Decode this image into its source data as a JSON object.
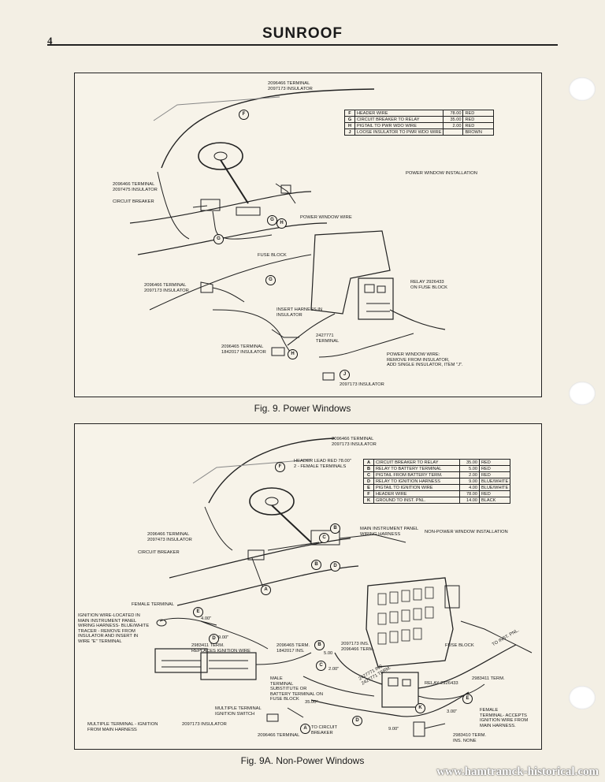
{
  "page": {
    "number": "4",
    "title": "SUNROOF"
  },
  "fig9": {
    "caption": "Fig. 9.  Power Windows",
    "title": "POWER WINDOW INSTALLATION",
    "table": [
      {
        "key": "F",
        "desc": "HEADER WIRE",
        "len": "78.00",
        "color": "RED"
      },
      {
        "key": "G",
        "desc": "CIRCUIT BREAKER TO RELAY",
        "len": "35.00",
        "color": "RED"
      },
      {
        "key": "H",
        "desc": "PIGTAIL TO PWR WDO WIRE",
        "len": "2.00",
        "color": "RED"
      },
      {
        "key": "J",
        "desc": "LOOSE INSULATOR TO PWR WDO WIRE",
        "len": "",
        "color": "BROWN"
      }
    ],
    "labels": {
      "top_terminal": "2096466 TERMINAL\n2097173 INSULATOR",
      "left_terminal": "2096466 TERMINAL\n2097475 INSULATOR",
      "circuit_breaker": "CIRCUIT BREAKER",
      "power_window_wire": "POWER WINDOW WIRE",
      "fuse_block": "FUSE BLOCK",
      "relay": "RELAY 2926433\nON FUSE BLOCK",
      "low_left_terminal": "2096466 TERMINAL\n2097173 INSULATOR",
      "insert_harness": "INSERT HARNESS IN\nINSULATOR",
      "terminal_2427771": "2427771\nTERMINAL",
      "terminal_2096465": "2096465 TERMINAL\n1842017 INSULATOR",
      "pw_wire_note": "POWER WINDOW WIRE:\nREMOVE FROM INSULATOR,\nADD SINGLE INSULATOR, ITEM \"J\".",
      "insulator_bottom": "2097173 INSULATOR"
    }
  },
  "fig9a": {
    "caption": "Fig. 9A.  Non-Power Windows",
    "title": "NON-POWER WINDOW INSTALLATION",
    "table": [
      {
        "key": "A",
        "desc": "CIRCUIT BREAKER TO RELAY",
        "len": "35.00",
        "color": "RED"
      },
      {
        "key": "B",
        "desc": "RELAY TO BATTERY TERMINAL",
        "len": "5.00",
        "color": "RED"
      },
      {
        "key": "C",
        "desc": "PIGTAIL FROM BATTERY TERM.",
        "len": "2.00",
        "color": "RED"
      },
      {
        "key": "D",
        "desc": "RELAY TO IGNITION HARNESS",
        "len": "9.00",
        "color": "BLUE/WHITE"
      },
      {
        "key": "E",
        "desc": "PIGTAIL TO IGNITION WIRE",
        "len": "4.00",
        "color": "BLUE/WHITE"
      },
      {
        "key": "F",
        "desc": "HEADER WIRE",
        "len": "78.00",
        "color": "RED"
      },
      {
        "key": "K",
        "desc": "GROUND TO INST. PNL.",
        "len": "14.00",
        "color": "BLACK"
      }
    ],
    "labels": {
      "top_terminal": "2096466 TERMINAL\n2097173 INSULATOR",
      "header_lead": "HEADER LEAD RED 78.00\"\n2 - FEMALE TERMINALS",
      "main_harness": "MAIN INSTRUMENT PANEL\nWIRING HARNESS",
      "left_terminal": "2096466 TERMINAL\n2097473 INSULATOR",
      "circuit_breaker": "CIRCUIT BREAKER",
      "female_terminal": "FEMALE TERMINAL",
      "ignition_wire": "IGNITION WIRE-LOCATED IN\nMAIN INSTRUMENT PANEL\nWIRING HARNESS- BLUE/WHITE\nTRACER - REMOVE FROM\nINSULATOR AND INSERT IN\nWIRE \"E\" TERMINAL",
      "e_len": "4.00\"",
      "d_len": "9.00\"",
      "term_2983411": "2983411 TERM.\nREPLACES IGNITION WIRE",
      "term_2096465": "2096465 TERM.\n1842017 INS.",
      "b_len": "5.00",
      "c_len": "2.00\"",
      "ins_2097173": "2097173 INS.\n2096466 TERM.",
      "male_terminal": "MALE\nTERMINAL\nSUBSTITUTE OR\nBATTERY TERMINAL ON\nFUSE BLOCK",
      "len_35": "35.00\"",
      "multiple_ign_switch": "MULTIPLE TERMINAL\nIGNITION SWITCH",
      "multiple_ign_harness": "MULTIPLE TERMINAL - IGNITION\nFROM MAIN HARNESS",
      "insulator_2097173": "2097173 INSULATOR",
      "terminal_2096466": "2096466 TERMINAL",
      "to_circuit_breaker": "TO CIRCUIT\nBREAKER",
      "terminals_2427771": "2427771 INS.\n2427771 TERM.",
      "fuse_block": "FUSE BLOCK",
      "relay": "RELAY 2926433",
      "to_inst_pnl": "TO INST. PNL.",
      "term_2983411b": "2983411 TERM.",
      "female_accepts": "FEMALE\nTERMINAL- ACCEPTS\nIGNITION WIRE FROM\nMAIN HARNESS.",
      "term_2983410": "2983410 TERM.\nINS. NONE",
      "len_3": "3.00\"",
      "len_9": "9.00\""
    }
  },
  "watermark": "www.hamtramck-historical.com",
  "colors": {
    "paper": "#f3efe4",
    "ink": "#1a1a1a"
  }
}
